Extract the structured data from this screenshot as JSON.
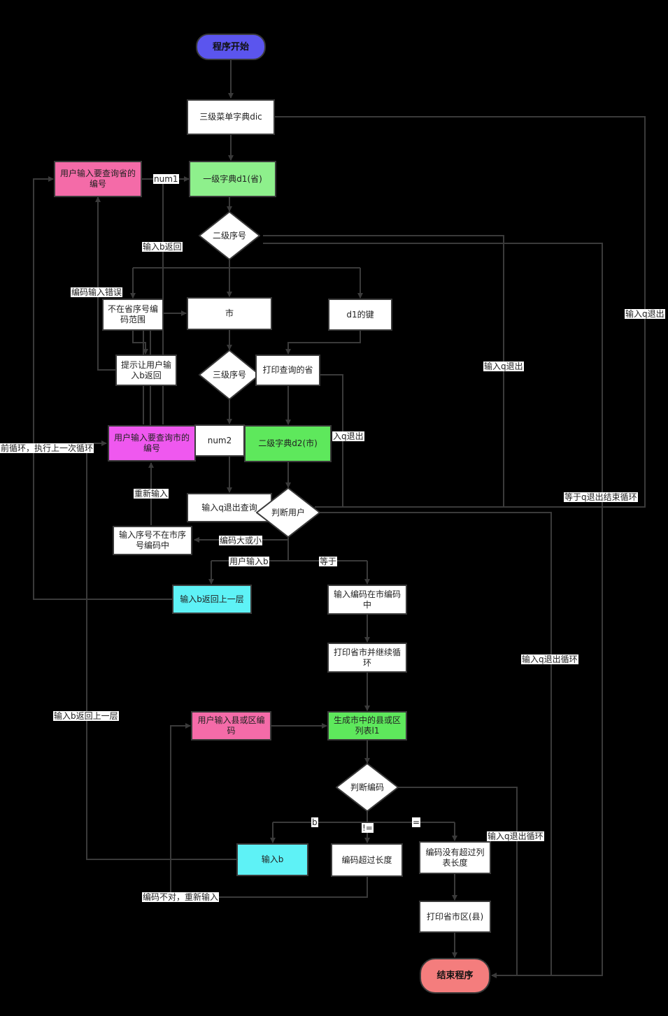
{
  "nodes": {
    "start": "程序开始",
    "dic": "三级菜单字典dic",
    "input_province": "用户输入要查询省的编号",
    "d1": "一级字典d1(省)",
    "level2_seq": "二级序号",
    "not_in_range": "不在省序号编码范围",
    "city": "市",
    "d1_keys": "d1的键",
    "prompt_b": "提示让用户输入b返回",
    "level3_seq": "三级序号",
    "print_province": "打印查询的省",
    "input_city": "用户输入要查询市的编号",
    "num2": "num2",
    "d2": "二级字典d2(市)",
    "q_quit": "输入q退出查询",
    "judge_user": "判断用户",
    "seq_not_in_city": "输入序号不在市序号编码中",
    "b_back": "输入b返回上一层",
    "code_in_city": "输入编码在市编码中",
    "print_continue": "打印省市并继续循环",
    "input_county": "用户输入县或区编码",
    "county_list": "生成市中的县或区列表l1",
    "judge_code": "判断编码",
    "input_b": "输入b",
    "code_too_long": "编码超过长度",
    "code_ok": "编码没有超过列表长度",
    "print_county": "打印省市区(县)",
    "end": "结束程序"
  },
  "edge_labels": {
    "num1": "num1",
    "b_back": "输入b返回",
    "code_error": "编码输入错误",
    "q_quit_1": "输入q退出",
    "q_quit_2": "输入q退出",
    "q_quit_3": "入q退出",
    "end_loop": "等于q退出结束循环",
    "prev_loop": "前循环，执行上一次循环",
    "re_enter": "重新输入",
    "big_small": "编码大或小",
    "user_b": "用户输入b",
    "equal": "等于",
    "q_loop_1": "输入q退出循环",
    "b_up": "输入b返回上一层",
    "b": "b",
    "ne": "!=",
    "eq": "=",
    "q_loop_2": "输入q退出循环",
    "wrong_code": "编码不对，重新输入"
  },
  "colors": {
    "background": "#000000",
    "line": "#3a3a3a",
    "start": "#5b55ee",
    "end": "#f47d7d",
    "pink": "#f46ba8",
    "magenta": "#ef58ef",
    "green": "#8ef08c",
    "green_bright": "#5ee85c",
    "cyan": "#5ef2f6"
  }
}
